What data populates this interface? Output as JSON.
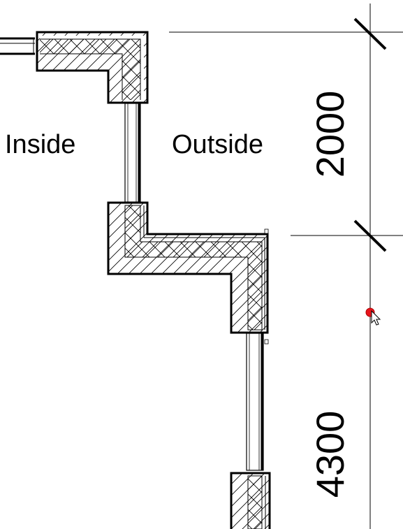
{
  "labels": {
    "inside": "Inside",
    "outside": "Outside"
  },
  "dimensions": {
    "upper": "2000",
    "lower": "4300"
  },
  "colors": {
    "ink": "#000000",
    "cursor_dot": "#e8141b"
  },
  "icons": {
    "cursor": "arrow-pointer-icon"
  }
}
